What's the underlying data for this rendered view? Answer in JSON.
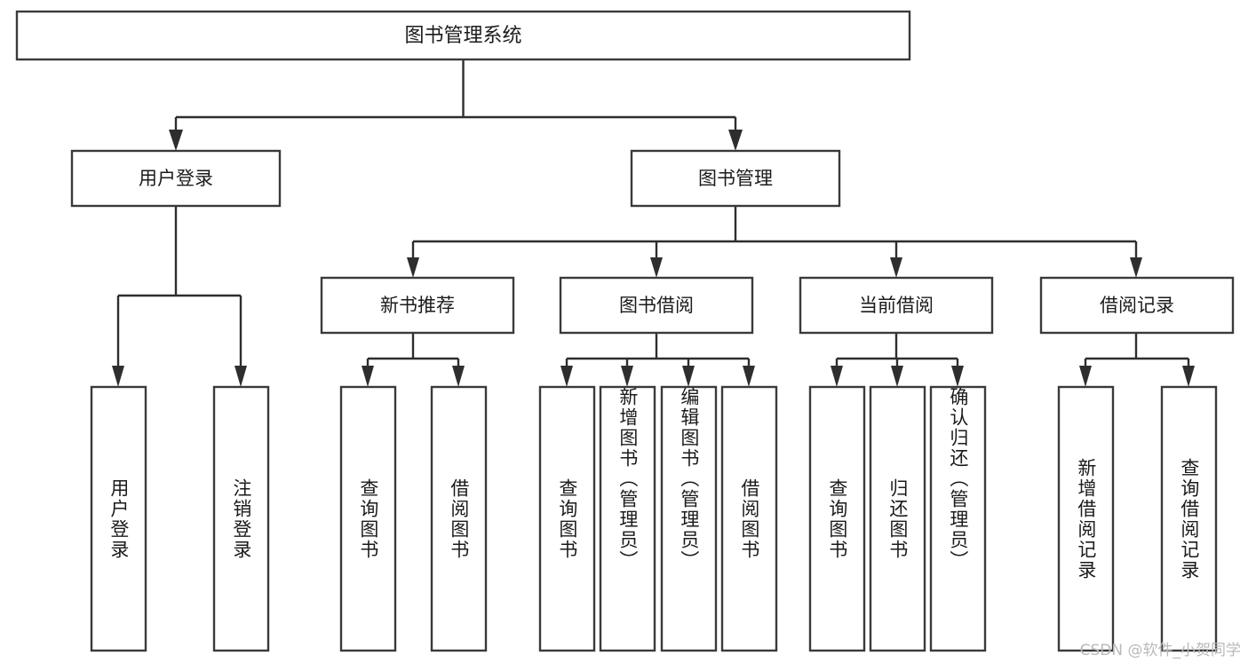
{
  "diagram": {
    "type": "tree",
    "title": "图书管理系统",
    "root": {
      "label": "图书管理系统"
    },
    "level2": [
      {
        "label": "用户登录"
      },
      {
        "label": "图书管理"
      }
    ],
    "level3": [
      {
        "label": "新书推荐"
      },
      {
        "label": "图书借阅"
      },
      {
        "label": "当前借阅"
      },
      {
        "label": "借阅记录"
      }
    ],
    "leaves": {
      "user_login": [
        {
          "label": "用户登录"
        },
        {
          "label": "注销登录"
        }
      ],
      "new_book_recommend": [
        {
          "label": "查询图书"
        },
        {
          "label": "借阅图书"
        }
      ],
      "book_borrow": [
        {
          "label": "查询图书"
        },
        {
          "label": "新增图书（管理员）"
        },
        {
          "label": "编辑图书（管理员）"
        },
        {
          "label": "借阅图书"
        }
      ],
      "current_borrow": [
        {
          "label": "查询图书"
        },
        {
          "label": "归还图书"
        },
        {
          "label": "确认归还（管理员）"
        }
      ],
      "borrow_record": [
        {
          "label": "新增借阅记录"
        },
        {
          "label": "查询借阅记录"
        }
      ]
    }
  },
  "watermark": {
    "text": "CSDN @软件_小贺同学"
  },
  "colors": {
    "box_stroke": "#3a3a3a",
    "connector": "#2e2e2e",
    "background": "#ffffff",
    "text": "#1b1b1b",
    "watermark": "#b9b9b9"
  }
}
